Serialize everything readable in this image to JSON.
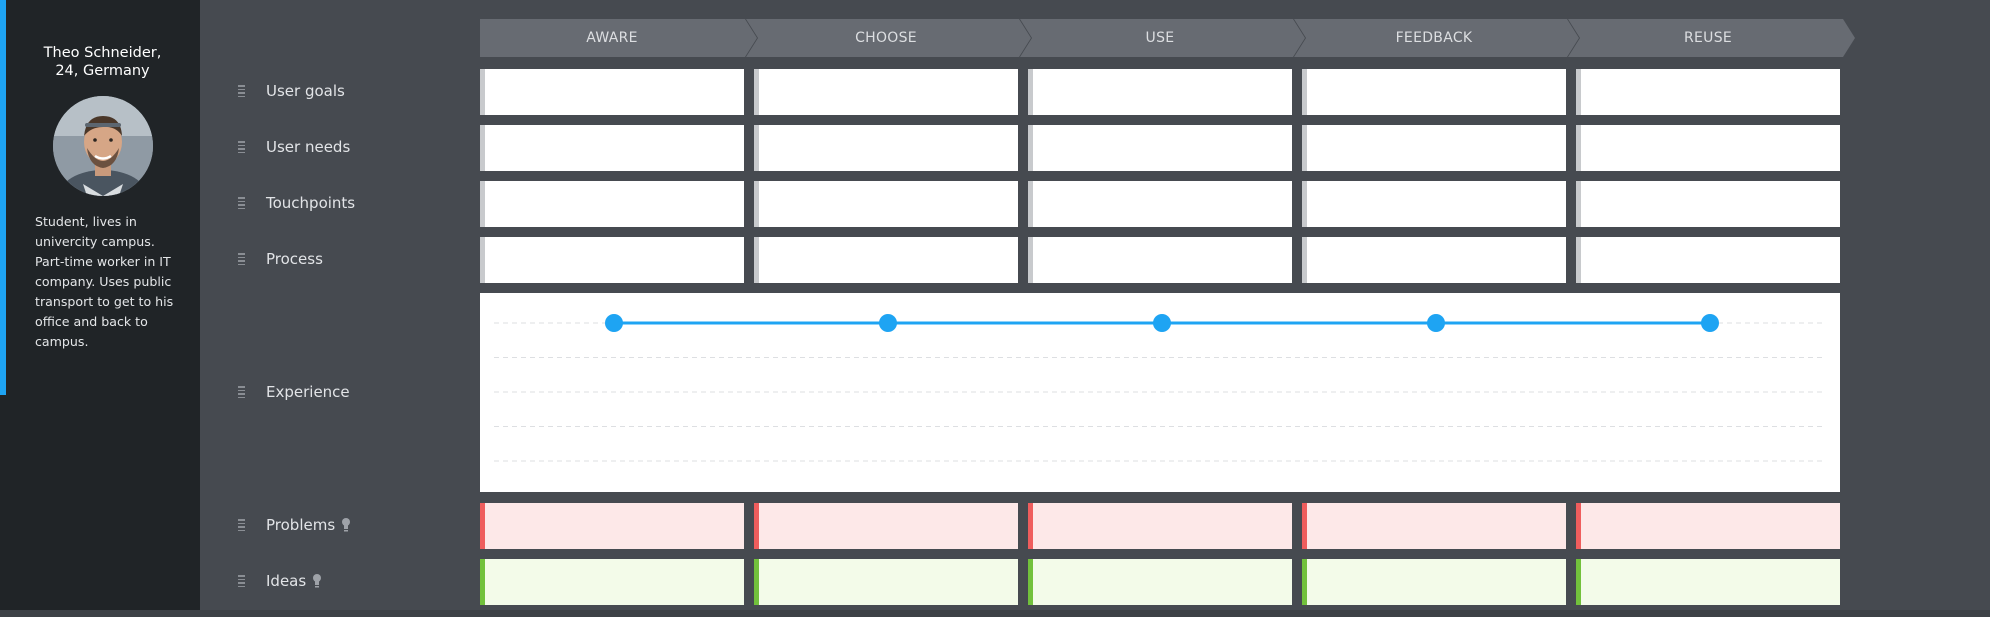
{
  "persona": {
    "name_line1": "Theo Schneider,",
    "name_line2": "24, Germany",
    "bio": "Student, lives in univercity campus. Part-time worker in IT company. Uses public transport to get to his office and back to campus."
  },
  "stages": [
    "AWARE",
    "CHOOSE",
    "USE",
    "FEEDBACK",
    "REUSE"
  ],
  "rows": {
    "user_goals": "User goals",
    "user_needs": "User needs",
    "touchpoints": "Touchpoints",
    "process": "Process",
    "experience": "Experience",
    "problems": "Problems",
    "ideas": "Ideas"
  },
  "experience": {
    "levels_count": 5,
    "points": [
      {
        "stage": "AWARE",
        "level": 5
      },
      {
        "stage": "CHOOSE",
        "level": 5
      },
      {
        "stage": "USE",
        "level": 5
      },
      {
        "stage": "FEEDBACK",
        "level": 5
      },
      {
        "stage": "REUSE",
        "level": 5
      }
    ]
  },
  "colors": {
    "accent": "#1ea4f3",
    "problem": "#ef5d5d",
    "problem_bg": "#fde8e8",
    "idea": "#72c13c",
    "idea_bg": "#f3fbe9",
    "stage_header": "#676b72",
    "sidebar": "#202427",
    "background": "#464a50"
  },
  "icons": {
    "row_handle": "drag-handle-icon",
    "problems": "lightbulb-icon",
    "ideas": "lightbulb-icon"
  }
}
